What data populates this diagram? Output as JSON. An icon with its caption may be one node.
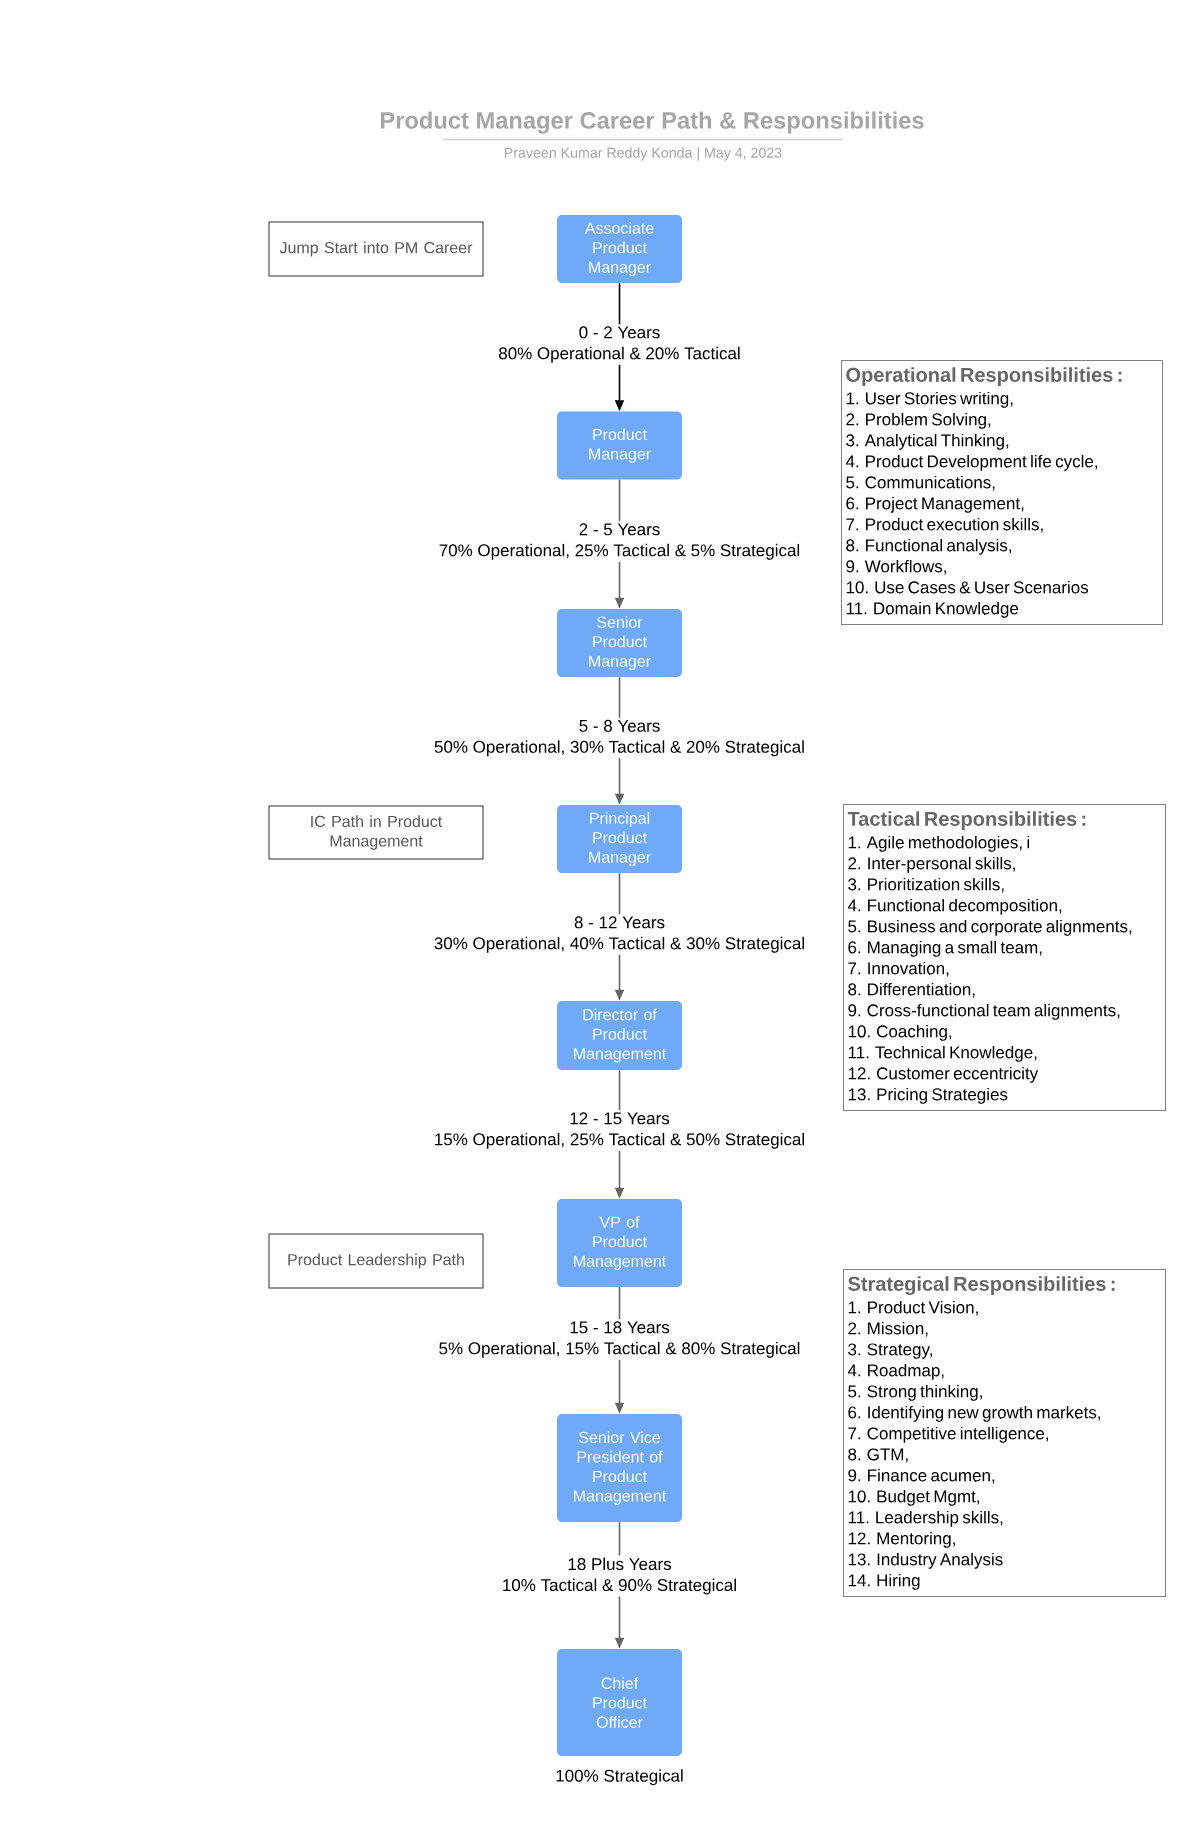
{
  "diagram": {
    "title": "Product Manager Career Path & Responsibilities",
    "nodes": [
      {
        "text": [
          "Jump Start into PM Career"
        ]
      },
      {
        "text": [
          "Associate Product Manager"
        ]
      },
      {
        "text": [
          "Operational Responsibilities :",
          "1. User Stories writing,",
          "2. Problem Solving,",
          "3. Analytical Thinking,",
          "4. Product Development life cycle,",
          "5. Communications,",
          "6. Project Management,",
          "7. Product execution skills,",
          "8. Functional analysis,",
          "9. Workflows,",
          "10. Use Cases & User Scenarios",
          "11. Domain Knowledge"
        ]
      },
      {
        "text": [
          "Product Manager"
        ]
      },
      {
        "text": [
          "Senior Product Manager"
        ]
      },
      {
        "text": [
          "IC Path in Product Management"
        ]
      },
      {
        "text": [
          "Principal Product Manager"
        ]
      },
      {
        "text": [
          "Tactical Responsibilities :",
          "1. Agile methodologies, i",
          "2. Inter-personal skills,",
          "3. Prioritization skills,",
          "4. Functional decomposition,",
          "5. Business and corporate alignments,",
          "6. Managing a small team,",
          "7. Innovation,",
          "8. Differentiation,",
          "9. Cross-functional team alignments,",
          "10. Coaching,",
          "11. Technical Knowledge,",
          "12. Customer eccentricity",
          "13. Pricing Strategies"
        ]
      },
      {
        "text": [
          "Director of Product Management"
        ]
      },
      {
        "text": [
          "Product Leadership Path"
        ]
      },
      {
        "text": [
          "VP of Product Management"
        ]
      },
      {
        "text": [
          "Strategical Responsibilities :",
          "1. Product Vision,",
          "2. Mission,",
          "3. Strategy,",
          "4. Roadmap,",
          "5. Strong thinking,",
          "6. Identifying new growth markets,",
          "7. Competitive intelligence,",
          "8. GTM,",
          "9. Finance acumen,",
          "10. Budget Mgmt,",
          "11. Leadership skills,",
          "12. Mentoring,",
          "13. Industry Analysis",
          "14. Hiring"
        ]
      },
      {
        "text": [
          "Senior Vice President of Product Management"
        ]
      },
      {
        "text": [
          "Chief Product Officer"
        ],
        "beside": [
          "100% Strategical"
        ]
      }
    ],
    "edges": [
      {
        "from": 1,
        "to": 3,
        "arrow": "to",
        "label": "0 - 2 Years 80% Operational & 20% Tactical",
        "color": "#000000"
      },
      {
        "from": 3,
        "to": 4,
        "arrow": "to",
        "label": "2 - 5 Years 70% Operational, 25% Tactical & 5% Strategical"
      },
      {
        "from": 4,
        "to": 6,
        "arrow": "to",
        "label": "5 - 8 Years 50% Operational, 30% Tactical & 20% Strategical"
      },
      {
        "from": 6,
        "to": 8,
        "arrow": "to",
        "label": "8 - 12 Years 30% Operational, 40% Tactical & 30% Strategical"
      },
      {
        "from": 8,
        "to": 10,
        "arrow": "to",
        "label": "12 - 15 Years 15% Operational, 25% Tactical & 50% Strategical"
      },
      {
        "from": 10,
        "to": 12,
        "arrow": "to",
        "label": "15 - 18 Years 5% Operational, 15% Tactical & 80% Strategical"
      },
      {
        "from": 12,
        "to": 13,
        "arrow": "to",
        "label": "18 Plus Years 10% Tactical & 90% Strategical"
      }
    ],
    "labels": [
      "Praveen Kumar Reddy Konda | May 4, 2023"
    ]
  }
}
